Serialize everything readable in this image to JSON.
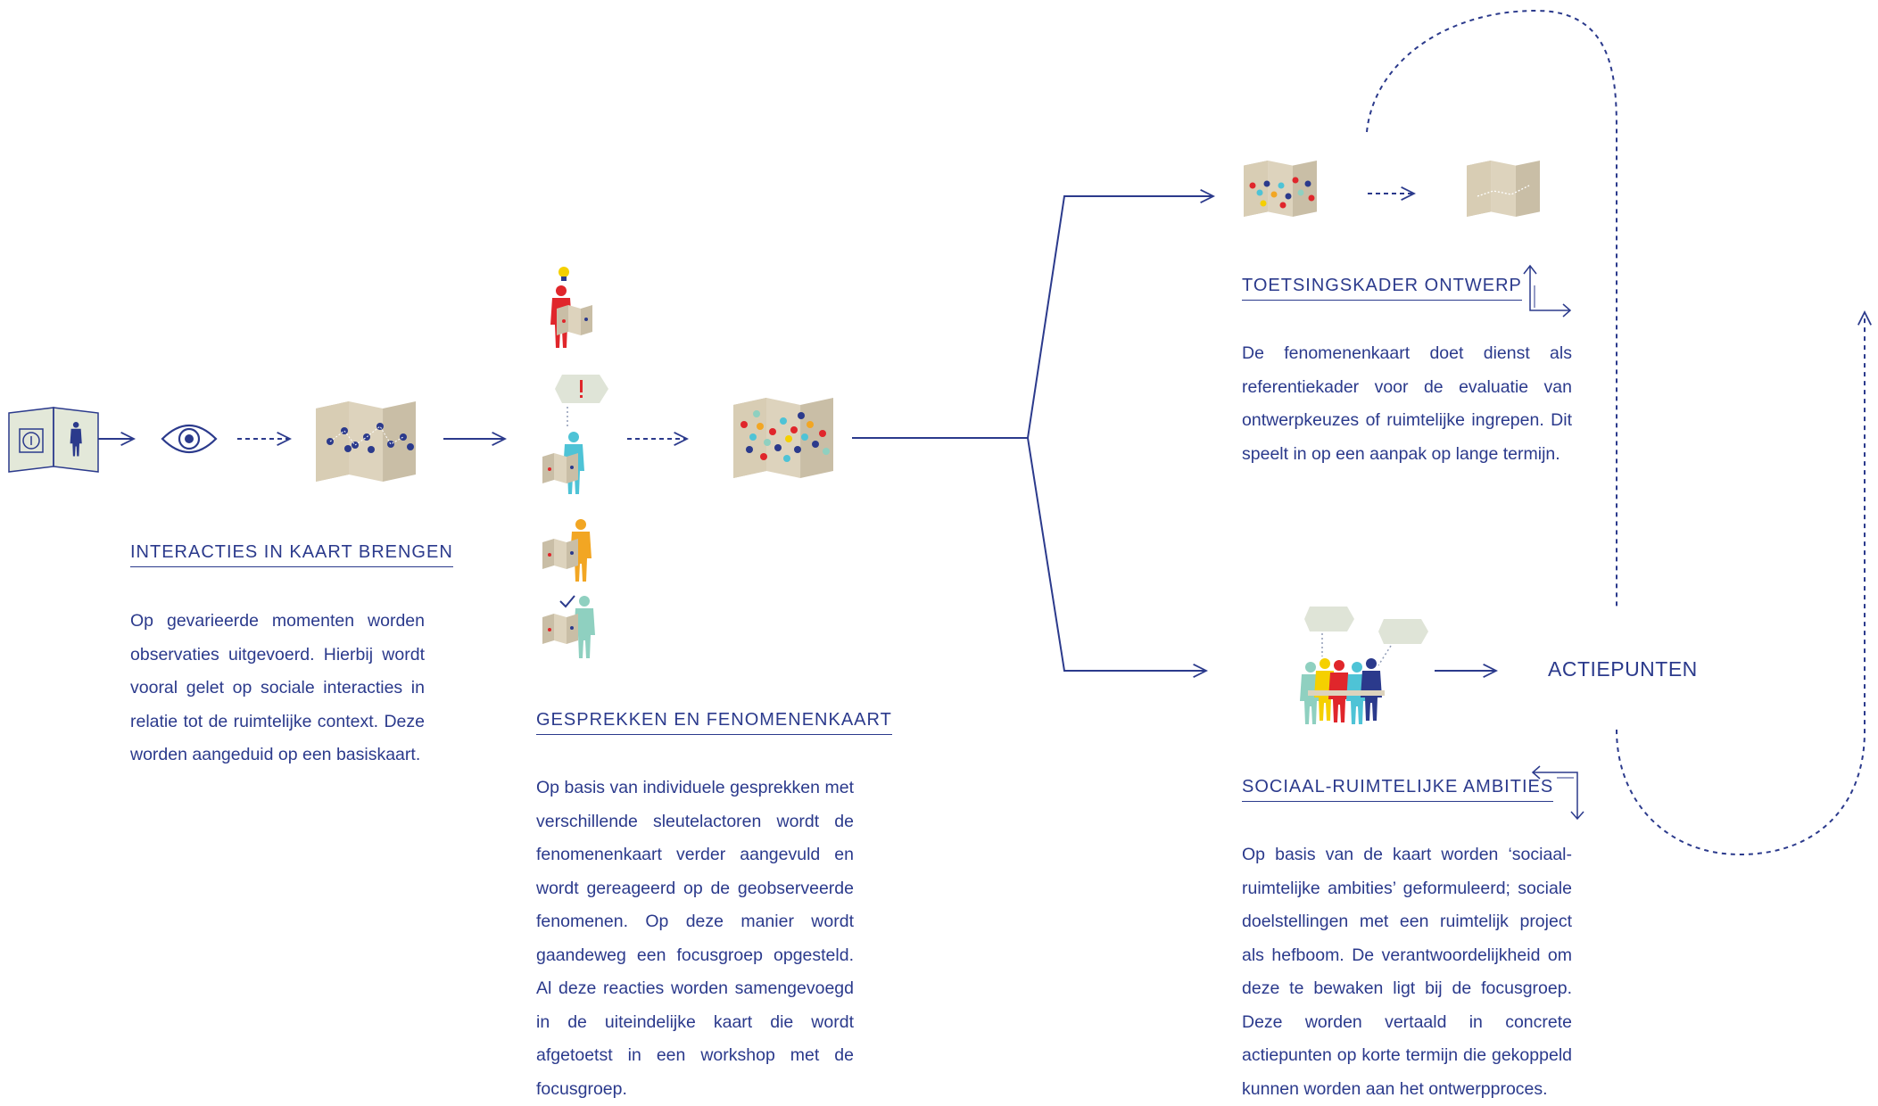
{
  "sections": {
    "interacties": {
      "heading": "INTERACTIES IN KAART BRENGEN",
      "body": "Op gevarieerde momenten worden observaties uitgevoerd. Hierbij wordt vooral gelet op sociale interacties in relatie tot de ruimtelijke context. Deze worden aangeduid op een basiskaart."
    },
    "gesprekken": {
      "heading": "GESPREKKEN EN FENOMENENKAART",
      "body": "Op basis van individuele gesprekken met verschillende sleutelactoren wordt de fenomenenkaart verder aangevuld en wordt gereageerd op de geobserveerde fenomenen. Op deze manier wordt gaandeweg een focusgroep opgesteld. Al deze reacties worden samengevoegd in de uiteindelijke kaart die wordt afgetoetst in een workshop met de focusgroep."
    },
    "toetsingskader": {
      "heading": "TOETSINGSKADER ONTWERP",
      "body": "De fenomenenkaart doet dienst als referentiekader voor de evaluatie van ontwerpkeuzes of ruimtelijke ingrepen. Dit speelt in op een aanpak op lange termijn."
    },
    "ambities": {
      "heading": "SOCIAAL-RUIMTELIJKE AMBITIES",
      "body": "Op basis van de kaart worden ‘sociaal-ruimtelijke ambities’ geformuleerd; sociale doelstellingen met een ruimtelijk project als hefboom. De verantwoordelijkheid om deze te bewaken ligt bij de focusgroep. Deze worden vertaald in concrete actiepunten op korte termijn die gekoppeld kunnen worden aan het ontwerpproces."
    }
  },
  "actiepunten_label": "ACTIEPUNTEN",
  "icons": [
    "book-icon",
    "eye-icon",
    "map-icon",
    "person-with-map-icon",
    "speech-bubble-icon",
    "lightbulb-icon",
    "exclamation-icon",
    "checkmark-icon",
    "group-icon"
  ],
  "colors": {
    "ink": "#2b3a8c",
    "map": "#ddd3bd",
    "map_dark": "#c9bea6",
    "bubble": "#dfe4d7",
    "red": "#e0262b",
    "cyan": "#4ec3d6",
    "orange": "#f2a623",
    "mint": "#8fd0c0",
    "yellow": "#f5d000",
    "navy": "#2b3a8c"
  }
}
